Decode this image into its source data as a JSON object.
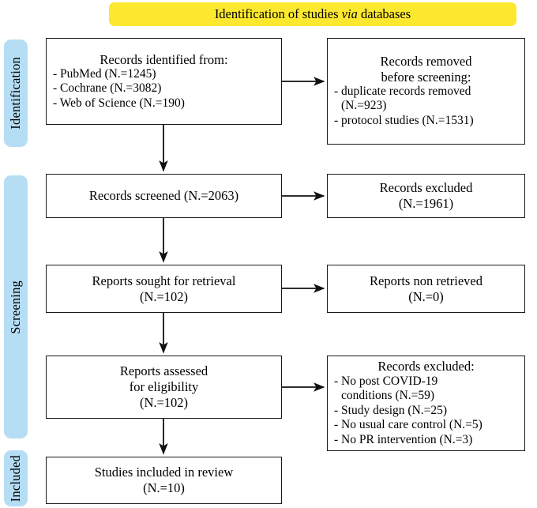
{
  "banner": {
    "text_before": "Identification of studies ",
    "text_italic": "via",
    "text_after": " databases",
    "color": "#fce82e"
  },
  "stages": {
    "color": "#b5ddf4",
    "identification": "Identification",
    "screening": "Screening",
    "included": "Included"
  },
  "boxes": {
    "identified": {
      "title": "Records identified from:",
      "lines": [
        "- PubMed (N.=1245)",
        "- Cochrane (N.=3082)",
        "- Web of Science (N.=190)"
      ]
    },
    "removed": {
      "title_line1": "Records removed",
      "title_line2": "before screening:",
      "lines": [
        "- duplicate records removed",
        "(N.=923)",
        "- protocol studies (N.=1531)"
      ]
    },
    "screened": {
      "text": "Records screened (N.=2063)"
    },
    "excluded_screening": {
      "line1": "Records excluded",
      "line2": "(N.=1961)"
    },
    "sought": {
      "line1": "Reports sought for retrieval",
      "line2": "(N.=102)"
    },
    "non_retrieved": {
      "line1": "Reports non retrieved",
      "line2": "(N.=0)"
    },
    "assessed": {
      "line1": "Reports assessed",
      "line2": "for eligibility",
      "line3": "(N.=102)"
    },
    "excluded_eligibility": {
      "title": "Records excluded:",
      "lines": [
        "- No post COVID-19",
        "conditions (N.=59)",
        "- Study design (N.=25)",
        "- No usual care control (N.=5)",
        "- No PR intervention (N.=3)"
      ]
    },
    "included": {
      "line1": "Studies included in review",
      "line2": "(N.=10)"
    }
  }
}
